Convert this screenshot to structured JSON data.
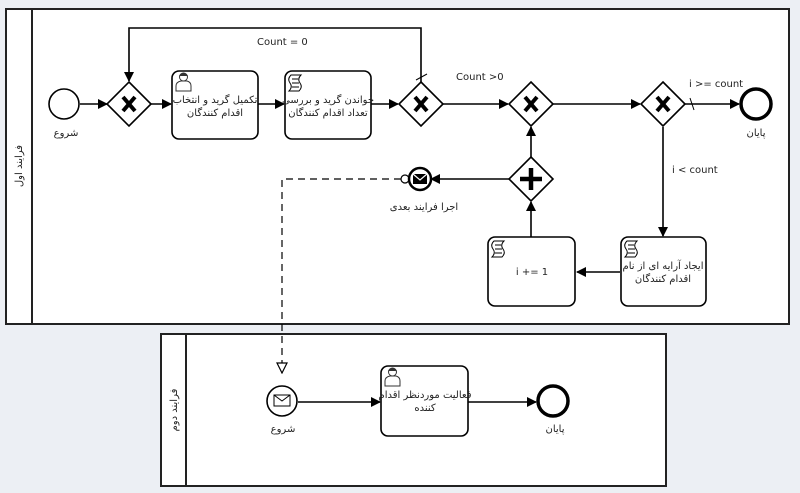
{
  "pools": [
    {
      "id": "pool1",
      "name": "فرایند اول"
    },
    {
      "id": "pool2",
      "name": "فرایند دوم"
    }
  ],
  "events": {
    "start1": {
      "label": "شروع",
      "type": "start"
    },
    "end1": {
      "label": "پایان",
      "type": "end"
    },
    "msg_throw": {
      "label": "اجرا فرایند بعدی",
      "type": "intermediate-message-throw"
    },
    "start2": {
      "label": "شروع",
      "type": "message-start"
    },
    "end2": {
      "label": "پایان",
      "type": "end"
    }
  },
  "tasks": {
    "t1": {
      "line1": "تکمیل گرید و انتخاب",
      "line2": "اقدام کنندگان",
      "type": "user",
      "icon": "user-icon"
    },
    "t2": {
      "line1": "خواندن گرید و بررسی",
      "line2": "تعداد اقدام کنندگان",
      "type": "script",
      "icon": "script-icon"
    },
    "t3": {
      "line1": "ایجاد آرایه ای از نام",
      "line2": "اقدام کنندگان",
      "type": "script",
      "icon": "script-icon"
    },
    "t4": {
      "line1": "i += 1",
      "line2": "",
      "type": "script",
      "icon": "script-icon"
    },
    "t5": {
      "line1": "فعالیت موردنظر اقدام",
      "line2": "کننده",
      "type": "user",
      "icon": "user-icon"
    }
  },
  "gateways": {
    "g1": {
      "type": "exclusive"
    },
    "g2": {
      "type": "exclusive"
    },
    "g3": {
      "type": "exclusive"
    },
    "g4": {
      "type": "exclusive"
    },
    "g5": {
      "type": "parallel"
    }
  },
  "flow_labels": {
    "count_zero": "Count = 0",
    "count_gt_zero": "Count >0",
    "i_ge_count": "i >= count",
    "i_lt_count": "i < count"
  }
}
